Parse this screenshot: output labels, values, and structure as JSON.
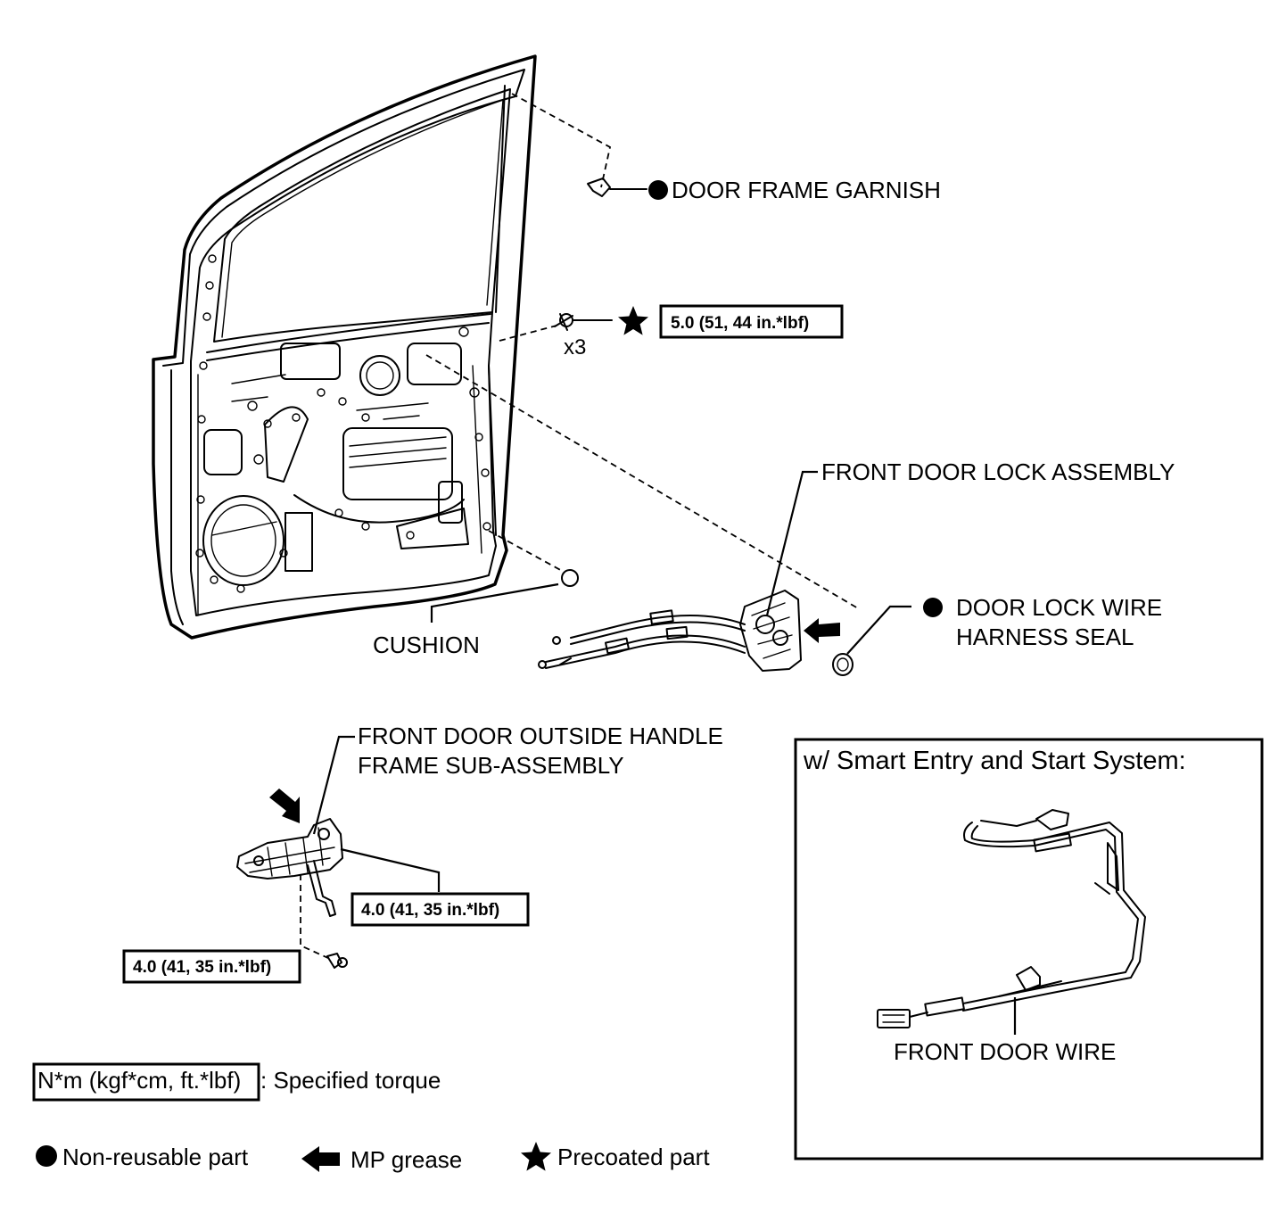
{
  "callouts": {
    "door_frame_garnish": "DOOR FRAME GARNISH",
    "torque_top": "5.0 (51, 44 in.*lbf)",
    "bolt_qty": "x3",
    "front_door_lock_assembly": "FRONT DOOR LOCK ASSEMBLY",
    "door_lock_wire_line1": "DOOR LOCK WIRE",
    "door_lock_wire_line2": "HARNESS SEAL",
    "cushion": "CUSHION",
    "outside_handle_line1": "FRONT DOOR OUTSIDE HANDLE",
    "outside_handle_line2": "FRAME SUB-ASSEMBLY",
    "torque_handle": "4.0 (41, 35 in.*lbf)",
    "torque_screw": "4.0 (41, 35 in.*lbf)"
  },
  "inset": {
    "title": "w/ Smart Entry and Start System:",
    "front_door_wire": "FRONT DOOR WIRE"
  },
  "legend": {
    "torque_units": "N*m (kgf*cm, ft.*lbf)",
    "torque_desc": ": Specified torque",
    "non_reusable": "Non-reusable part",
    "mp_grease": "MP grease",
    "precoated": "Precoated part"
  }
}
